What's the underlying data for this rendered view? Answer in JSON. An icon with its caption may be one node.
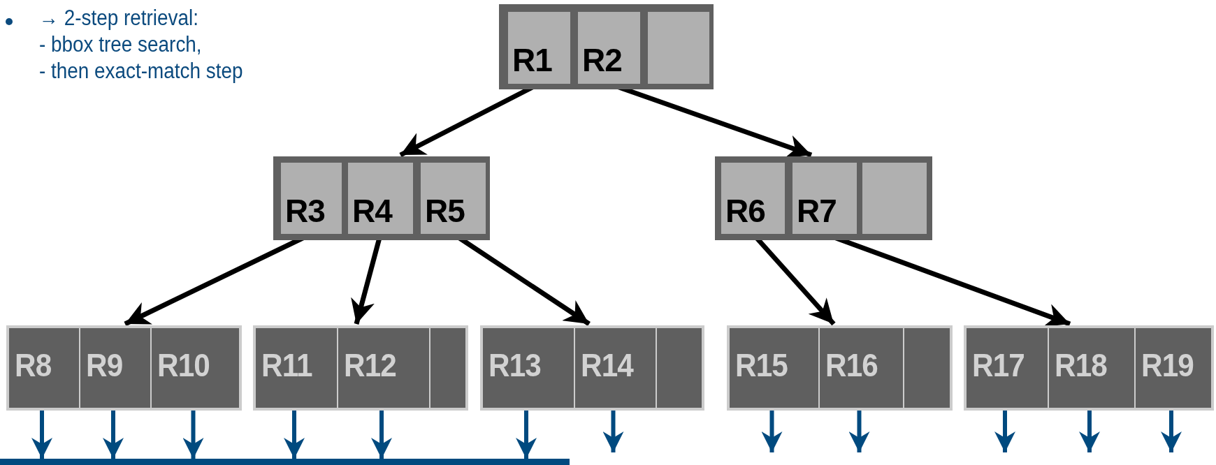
{
  "diagram": {
    "nodes": [
      {
        "text": [],
        "shape": "box"
      },
      {
        "text": [
          "R1"
        ],
        "in": 0
      },
      {
        "text": [
          "R2"
        ],
        "in": 0
      },
      {
        "text": [],
        "shape": "box",
        "in": 0
      },
      {
        "text": [],
        "shape": "box"
      },
      {
        "text": [
          "R3"
        ],
        "in": 4
      },
      {
        "text": [
          "R4"
        ],
        "in": 4
      },
      {
        "text": [
          "R5"
        ],
        "in": 4
      },
      {
        "text": [],
        "shape": "box"
      },
      {
        "text": [
          "R6"
        ],
        "in": 8
      },
      {
        "text": [
          "R7"
        ],
        "in": 8
      },
      {
        "text": [],
        "shape": "box",
        "in": 8
      },
      {
        "text": [],
        "shape": "box"
      },
      {
        "text": [
          "R8"
        ],
        "in": 12
      },
      {
        "text": [
          "R9"
        ],
        "in": 12
      },
      {
        "text": [
          "R10"
        ],
        "in": 12
      },
      {
        "text": [],
        "shape": "box"
      },
      {
        "text": [
          "R11"
        ],
        "in": 16
      },
      {
        "text": [
          "R12"
        ],
        "in": 16
      },
      {
        "text": [],
        "shape": "box",
        "in": 16
      },
      {
        "text": [],
        "shape": "box"
      },
      {
        "text": [
          "R13"
        ],
        "in": 20
      },
      {
        "text": [
          "R14"
        ],
        "in": 20
      },
      {
        "text": [],
        "shape": "box",
        "in": 20
      },
      {
        "text": [],
        "shape": "box"
      },
      {
        "text": [
          "R15"
        ],
        "in": 24
      },
      {
        "text": [
          "R16"
        ],
        "in": 24
      },
      {
        "text": [],
        "shape": "box",
        "in": 24
      },
      {
        "text": [],
        "shape": "box"
      },
      {
        "text": [
          "R17"
        ],
        "in": 28
      },
      {
        "text": [
          "R18"
        ],
        "in": 28
      },
      {
        "text": [
          "R19"
        ],
        "in": 28
      },
      {
        "text": [],
        "shape": "bar"
      }
    ],
    "edges": [
      {
        "from": 1,
        "to": 4,
        "arrow": "to",
        "color": "#000000"
      },
      {
        "from": 2,
        "to": 8,
        "arrow": "to",
        "color": "#000000"
      },
      {
        "from": 5,
        "to": 12,
        "arrow": "to",
        "color": "#000000"
      },
      {
        "from": 6,
        "to": 16,
        "arrow": "to",
        "color": "#000000"
      },
      {
        "from": 7,
        "to": 20,
        "arrow": "to",
        "color": "#000000"
      },
      {
        "from": 9,
        "to": 24,
        "arrow": "to",
        "color": "#000000"
      },
      {
        "from": 10,
        "to": 28,
        "arrow": "to",
        "color": "#000000"
      },
      {
        "from": 13,
        "to": 32,
        "arrow": "to"
      },
      {
        "from": 14,
        "to": 32,
        "arrow": "to"
      },
      {
        "from": 15,
        "to": 32,
        "arrow": "to"
      },
      {
        "from": 17,
        "to": 32,
        "arrow": "to"
      },
      {
        "from": 18,
        "to": 32,
        "arrow": "to"
      },
      {
        "from": 21,
        "to": 32,
        "arrow": "to"
      },
      {
        "from": 22,
        "to": null,
        "arrow": "to"
      },
      {
        "from": 25,
        "to": null,
        "arrow": "to"
      },
      {
        "from": 26,
        "to": null,
        "arrow": "to"
      },
      {
        "from": 29,
        "to": null,
        "arrow": "to"
      },
      {
        "from": 30,
        "to": null,
        "arrow": "to"
      },
      {
        "from": 31,
        "to": null,
        "arrow": "to"
      }
    ],
    "labels": [
      "→ 2-step retrieval:",
      "- bbox tree search,",
      "- then exact-match step"
    ]
  }
}
